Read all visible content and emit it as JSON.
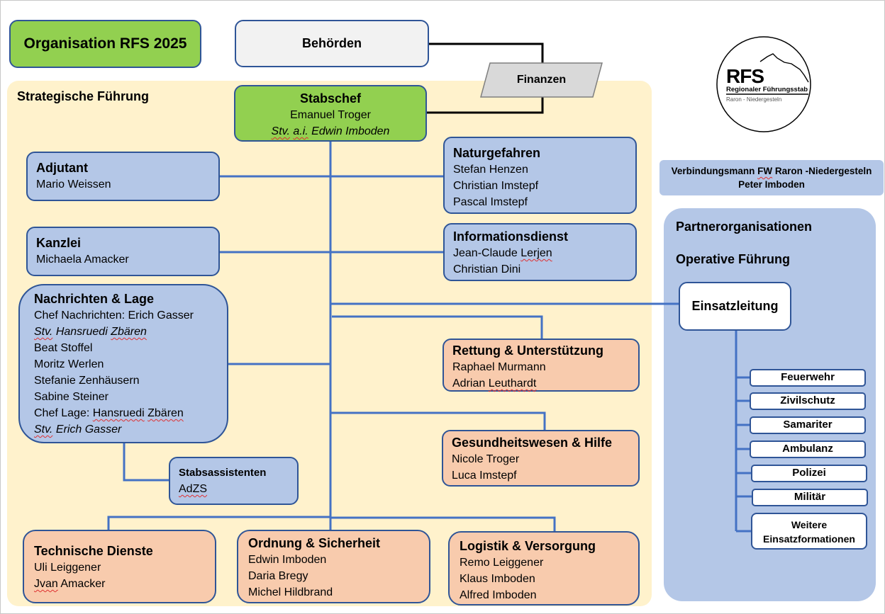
{
  "title": "Organisation RFS 2025",
  "authorities": "Behörden",
  "finance": "Finanzen",
  "strategic_label": "Strategische Führung",
  "chief_of_staff": {
    "title": "Stabschef",
    "name": "Emanuel Troger",
    "deputy_prefix_1": "Stv.",
    "deputy_prefix_2": "a.i.",
    "deputy_name": "Edwin Imboden"
  },
  "logo": {
    "abbr": "RFS",
    "name": "Regionaler Führungsstab",
    "region": "Raron - Niedergesteln"
  },
  "liaison": {
    "line1_a": "Verbindungsmann",
    "line1_b": "FW",
    "line1_c": "Raron -Niedergesteln",
    "line2": "Peter Imboden"
  },
  "units": {
    "adjutant": {
      "title": "Adjutant",
      "members": [
        "Mario Weissen"
      ]
    },
    "kanzlei": {
      "title": "Kanzlei",
      "members": [
        "Michaela Amacker"
      ]
    },
    "nachrichten": {
      "title": "Nachrichten & Lage",
      "chief_nachrichten": "Chef Nachrichten: Erich Gasser",
      "deputy1_prefix": "Stv.",
      "deputy1_first": "Hansruedi",
      "deputy1_last": "Zbären",
      "members": [
        "Beat Stoffel",
        "Moritz Werlen",
        "Stefanie Zenhäusern",
        "Sabine Steiner"
      ],
      "chief_lage_prefix": "Chef Lage:",
      "chief_lage_first": "Hansruedi",
      "chief_lage_last": "Zbären",
      "deputy2_prefix": "Stv.",
      "deputy2_name": "Erich Gasser"
    },
    "stabsassistenten": {
      "title": "Stabsassistenten",
      "members": [
        "AdZS"
      ]
    },
    "naturgefahren": {
      "title": "Naturgefahren",
      "members": [
        "Stefan Henzen",
        "Christian Imstepf",
        "Pascal Imstepf"
      ]
    },
    "informationsdienst": {
      "title": "Informationsdienst",
      "member1_first": "Jean-Claude",
      "member1_last": "Lerjen",
      "members": [
        "Christian Dini"
      ]
    },
    "rettung": {
      "title": "Rettung & Unterstützung",
      "members": [
        "Raphael Murmann"
      ],
      "member2_first": "Adrian",
      "member2_last": "Leuthardt"
    },
    "gesundheit": {
      "title": "Gesundheitswesen & Hilfe",
      "members": [
        "Nicole Troger",
        "Luca Imstepf"
      ]
    },
    "technische": {
      "title": "Technische Dienste",
      "members": [
        "Uli Leiggener"
      ],
      "member2_first": "Jvan",
      "member2_last": "Amacker"
    },
    "ordnung": {
      "title": "Ordnung & Sicherheit",
      "members": [
        "Edwin Imboden",
        "Daria Bregy",
        "Michel Hildbrand"
      ]
    },
    "logistik": {
      "title": "Logistik & Versorgung",
      "members": [
        "Remo Leiggener",
        "Klaus Imboden",
        "Alfred Imboden"
      ]
    }
  },
  "partner": {
    "label": "Partnerorganisationen",
    "operative_label": "Operative Führung",
    "command": "Einsatzleitung",
    "organizations": [
      "Feuerwehr",
      "Zivilschutz",
      "Samariter",
      "Ambulanz",
      "Polizei",
      "Militär"
    ],
    "others_line1": "Weitere",
    "others_line2": "Einsatzformationen"
  },
  "colors": {
    "green": "#92d050",
    "blue": "#b4c7e7",
    "peach": "#f8cbad",
    "cream": "#fff2cc",
    "connector": "#4472c4",
    "border": "#2f5597"
  }
}
